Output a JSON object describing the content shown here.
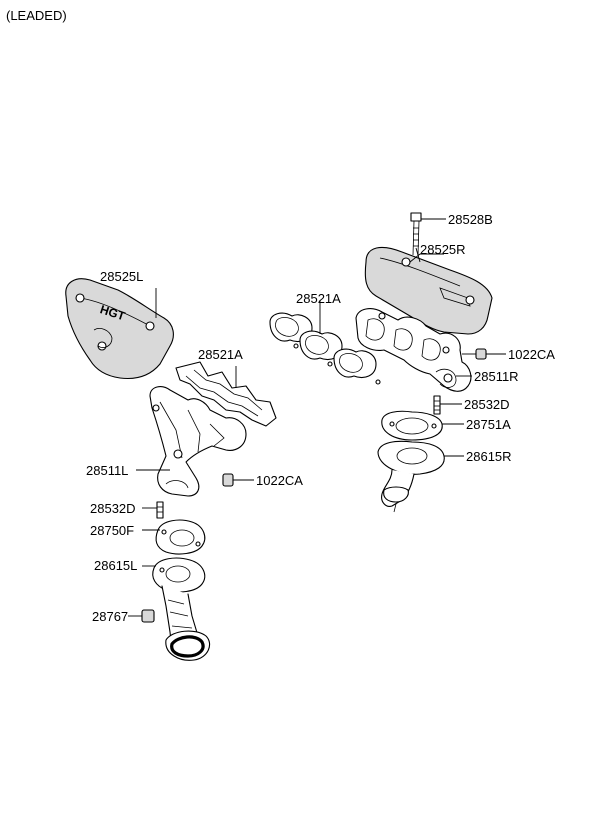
{
  "header": {
    "note": "(LEADED)"
  },
  "labels": {
    "p28528B": "28528B",
    "p28525R": "28525R",
    "p28521A_right": "28521A",
    "p1022CA_right": "1022CA",
    "p28511R": "28511R",
    "p28532D_right": "28532D",
    "p28751A": "28751A",
    "p28615R": "28615R",
    "p28525L": "28525L",
    "p28521A_left": "28521A",
    "p28511L": "28511L",
    "p1022CA_left": "1022CA",
    "p28532D_left": "28532D",
    "p28750F": "28750F",
    "p28615L": "28615L",
    "p28767": "28767"
  },
  "shield_logo": "HGT"
}
